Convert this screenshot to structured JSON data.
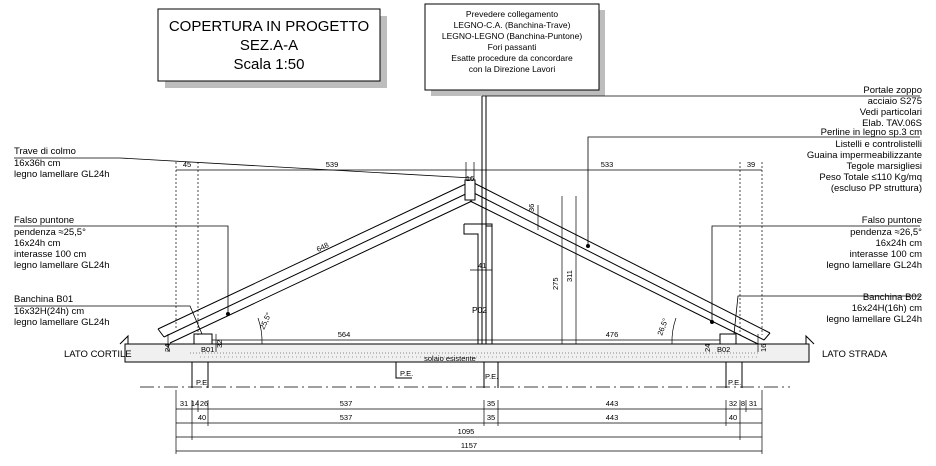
{
  "title_box": {
    "line1": "COPERTURA IN PROGETTO",
    "line2": "SEZ.A-A",
    "line3": "Scala 1:50"
  },
  "note_box": [
    "Prevedere collegamento",
    "LEGNO-C.A. (Banchina-Trave)",
    "LEGNO-LEGNO (Banchina-Puntone)",
    "Fori passanti",
    "Esatte procedure da concordare",
    "con la Direzione Lavori"
  ],
  "labels_left": {
    "trave": [
      "Trave di colmo",
      "16x36h cm",
      "legno lamellare GL24h"
    ],
    "falso": [
      "Falso puntone",
      "pendenza ≈25,5°",
      "16x24h cm",
      "interasse 100 cm",
      "legno lamellare GL24h"
    ],
    "banchina": [
      "Banchina B01",
      "16x32H(24h) cm",
      "legno lamellare GL24h"
    ]
  },
  "labels_right": {
    "portale": [
      "Portale zoppo",
      "acciaio S275",
      "Vedi particolari",
      "Elab. TAV.06S"
    ],
    "perline": [
      "Perline in legno sp.3 cm",
      "Listelli e controlistelli",
      "Guaina impermeabilizzante",
      "Tegole marsigliesi",
      "Peso Totale ≤110 Kg/mq",
      "(escluso PP struttura)"
    ],
    "falso": [
      "Falso puntone",
      "pendenza ≈26,5°",
      "16x24h cm",
      "interasse 100 cm",
      "legno lamellare GL24h"
    ],
    "banchina": [
      "Banchina B02",
      "16x24H(16h) cm",
      "legno lamellare GL24h"
    ]
  },
  "side_labels": {
    "left": "LATO CORTILE",
    "right": "LATO STRADA"
  },
  "slab_label": "solaio esistente",
  "member_labels": {
    "b01": "B01",
    "b02": "B02",
    "p02": "P02",
    "pe": "P.E."
  },
  "dims": {
    "top": [
      "45",
      "539",
      "16",
      "533",
      "39"
    ],
    "rafter_len": "648",
    "angle_left": "25,5°",
    "angle_right": "26,5°",
    "span_left": "564",
    "span_right": "476",
    "heights": [
      "36",
      "275",
      "311",
      "41"
    ],
    "side_left": [
      "24",
      "32"
    ],
    "side_right": [
      "24",
      "16"
    ],
    "row1": [
      "31",
      "14",
      "26",
      "537",
      "35",
      "443",
      "32",
      "8",
      "31"
    ],
    "row2": [
      "40",
      "537",
      "35",
      "443",
      "40"
    ],
    "row3": "1095",
    "row4": "1157"
  }
}
